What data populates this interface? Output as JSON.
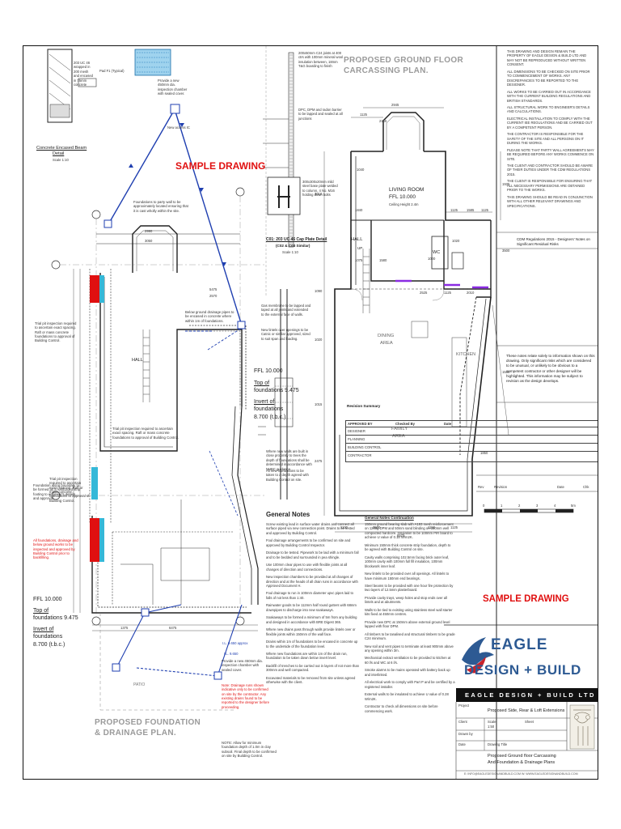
{
  "stamps": {
    "sample_top": "SAMPLE DRAWING",
    "sample_right": "SAMPLE DRAWING"
  },
  "titles": {
    "floor_plan": [
      "PROPOSED GROUND FLOOR",
      "CARCASSING PLAN."
    ],
    "foundation_plan": [
      "PROPOSED FOUNDATION",
      "& DRAINAGE PLAN."
    ]
  },
  "left_plan": {
    "beam_detail_caption": "Concrete Encased Beam",
    "beam_detail_sub": "Detail",
    "beam_detail_scale": "Scale 1:10",
    "pad_label": "Pad F1 (Typical)",
    "pad_note": "203 UC 46 wrapped in 200 mesh and encased in 75mm concrete",
    "new_access": "New access IC",
    "hall": "HALL",
    "ffl_1": "FFL 10.000",
    "tof_1": "Top of",
    "tof_1b": "foundations 9.475",
    "invert_1": "Invert of",
    "invert_1b": "foundations",
    "invert_1c": "8.700 (t.b.c.)",
    "ffl_2": "FFL 10.000",
    "tof_2": "Top of",
    "tof_2b": "foundations 9.475",
    "invert_2": "Invert of",
    "invert_2b": "foundations",
    "invert_2c": "8.700 (t.b.c.)",
    "patio": "PATIO",
    "il_1": "I.L. 9.650 approx",
    "il_2": "I.L. 9.650",
    "dim_2990": "2990",
    "dim_3050": "3050",
    "dim_5475": "5475",
    "dim_2570": "2570",
    "dim_6475": "6475",
    "dim_1375": "1375",
    "note_party": "Foundations to party wall to be approximately located ensuring that it is cast wholly within the site.",
    "note_pads": "Trial pit inspection required to ascertain exact spacing. Raft or mass concrete foundations to approval of Building Control.",
    "note_footing": "Foundation along boundary to be formed as a reinforced strip footing to engineer's details and approval.",
    "note_drain": "Below ground drainage pipes to be encased in concrete where within 1m of foundations.",
    "note_manhole": "Provide a new 450mm dia. inspection chamber with sealed cover.",
    "red_note": "All foundations, drainage and below ground works to be inspected and approved by Building Control prior to backfilling.",
    "red_note_2": "Note: Drainage runs shown indicative only to be confirmed on site by the contractor. Any existing drains found to be reported to the designer before proceeding.",
    "note_bottom": "NOTE: Allow for minimum foundation depth of 1.0m in clay subsoil. Final depth to be confirmed on site by Building Control."
  },
  "detail_column": {
    "pipe_note": "200x50mm C24 joists at 400 ctrs with 100mm mineral wool insulation between, 18mm T&G boarding to finish",
    "dpc_note": "DPC, DPM and radon barrier to be lapped and sealed at all junctions",
    "plate_caption": "C01: 203 UC 46 Cap Plate Detail",
    "plate_sub": "(C02 & C03 Similar)",
    "plate_scale": "Scale 1:10",
    "plate_note": "300x300x20mm mild steel base plate welded to column, 4 No. M16 holding down bolts",
    "gas_note": "Gas membrane to be lapped and taped at all joints and extended to the external face of walls.",
    "lintel_note": "New lintels over openings to be Catnic or similar approved, sized to suit span and loading.",
    "ffl_label": "FFL 10.000",
    "tof_label": "Top of",
    "tof_label_b": "foundations 9.475",
    "inv_label": "Invert of",
    "inv_label_b": "foundations",
    "inv_label_c": "8.700 (t.b.c.)",
    "ground_note": "Where new walls are built in close proximity to trees the depth of foundations shall be determined in accordance with NHBC guidance.",
    "ground_note_b": "All new foundations to be taken to a depth agreed with Building Control on site."
  },
  "floor_plan": {
    "living_room": "LIVING ROOM",
    "living_ffl": "FFL 10.000",
    "living_sub": "Ceiling Height 2.4m",
    "hall": "HALL",
    "wc": "WC",
    "dining": "DINING",
    "dining_b": "AREA",
    "kitchen": "KITCHEN",
    "family": "FAMILY",
    "family_b": "AREA",
    "dim_2945": "2945",
    "dim_1125": "1125",
    "dim_2155": "2155",
    "dim_1040": "1040",
    "dim_1125b": "1125",
    "dim_1585": "1585",
    "dim_1125c": "1125",
    "dim_1935": "1935",
    "dim_3500": "3500",
    "dim_1840": "1840",
    "dim_1580": "1580",
    "dim_1075": "1075",
    "dim_1020": "1020",
    "dim_2525": "2525",
    "dim_1125d": "1125",
    "dim_2010": "2010",
    "dim_6575": "6575",
    "dim_1100": "1100",
    "dim_3500b": "3500",
    "dim_1150": "1150",
    "dim_1125e": "1125",
    "dim_2475": "2475",
    "dim_1015": "1015",
    "dim_1020b": "1020",
    "dim_1090": "1090",
    "dim_3010": "3010",
    "dim_1530": "1530",
    "dim_1850": "1850",
    "dim_1000": "1000",
    "up": "UP"
  },
  "general_notes": {
    "heading": "General Notes",
    "col1": [
      "Screw existing lead in surface water drains and connect all surface piped via new connection point. Drains to be tested and approved by Building Control.",
      "Foul drainage arrangements to be confirmed on site and approved by Building Control Inspector.",
      "Drainage to be tested. Pipework to be laid with a minimum fall and to be bedded and surrounded in pea shingle.",
      "Use 100mm clear pipes to use with flexible joints at all changes of direction and connections.",
      "New inspection chambers to be provided at all changes of direction and at the heads of all drain runs in accordance with Approved Document H.",
      "Foul drainage to run in 100mm diameter upvc pipes laid to falls of not less than 1:40.",
      "Rainwater goods to be 112mm half round gutters with 68mm downpipes to discharge into new soakaways.",
      "Soakaways to be formed a minimum of 5m from any building and designed in accordance with BRE Digest 365.",
      "Where new drains pass through walls provide lintels over or flexible joints within 150mm of the wall face.",
      "Drains within 1m of foundations to be encased in concrete up to the underside of the foundation level.",
      "Where new foundations are within 1m of the drain run, foundation to be taken down below invert level.",
      "Backfill of trenches to be carried out in layers of not more than 300mm and well compacted.",
      "Excavated materials to be removed from site unless agreed otherwise with the client."
    ],
    "col2_heading": "General Notes Continuation",
    "col2": [
      "150mm ground bearing slab with A193 mesh reinforcement on 1200g DPM and 50mm sand blinding on 150mm well compacted hardcore. Insulation to be 100mm PIR board to achieve U value of 0.18 W/m2K.",
      "Minimum 150mm thick concrete strip foundation, depth to be agreed with Building Control on site.",
      "Cavity walls comprising 102.5mm facing brick outer leaf, 100mm cavity with 100mm full fill insulation, 100mm blockwork inner leaf.",
      "New lintels to be provided over all openings. All lintels to have minimum 150mm end bearings.",
      "Steel beams to be provided with one hour fire protection by two layers of 12.5mm plasterboard.",
      "Provide cavity trays, weep holes and stop ends over all lintels and at abutments.",
      "Walls to be tied to existing using stainless steel wall starter kits fixed at 450mm centres.",
      "Provide new DPC at 150mm above external ground level lapped with floor DPM.",
      "All timbers to be tanalised and structural timbers to be grade C24 minimum.",
      "New soil and vent pipes to terminate at least 900mm above any opening within 3m.",
      "Mechanical extract ventilation to be provided to kitchen at 60 l/s and WC at 6 l/s.",
      "Smoke alarms to be mains operated with battery back up and interlinked.",
      "All electrical work to comply with Part P and be certified by a registered installer.",
      "External walls to be insulated to achieve U value of 0.28 W/m2K.",
      "Contractor to check all dimensions on site before commencing work."
    ]
  },
  "right_panel": {
    "notes_block": [
      "THIS DRAWING AND DESIGN REMAIN THE PROPERTY OF EAGLE DESIGN & BUILD LTD AND MAY NOT BE REPRODUCED WITHOUT WRITTEN CONSENT.",
      "ALL DIMENSIONS TO BE CHECKED ON SITE PRIOR TO COMMENCEMENT OF WORKS. ANY DISCREPANCIES TO BE REPORTED TO THE DESIGNER.",
      "ALL WORKS TO BE CARRIED OUT IN ACCORDANCE WITH THE CURRENT BUILDING REGULATIONS AND BRITISH STANDARDS.",
      "ALL STRUCTURAL WORK TO ENGINEER'S DETAILS AND CALCULATIONS.",
      "ELECTRICAL INSTALLATION TO COMPLY WITH THE CURRENT IEE REGULATIONS AND BE CARRIED OUT BY A COMPETENT PERSON.",
      "THE CONTRACTOR IS RESPONSIBLE FOR THE SAFETY OF THE SITE AND ALL PERSONS ON IT DURING THE WORKS.",
      "PLEASE NOTE THAT PARTY WALL AGREEMENTS MAY BE REQUIRED BEFORE ANY WORKS COMMENCE ON SITE.",
      "THE CLIENT AND CONTRACTOR SHOULD BE AWARE OF THEIR DUTIES UNDER THE CDM REGULATIONS 2015.",
      "THE CLIENT IS RESPONSIBLE FOR ENSURING THAT ALL NECESSARY PERMISSIONS ARE OBTAINED PRIOR TO THE WORKS.",
      "THIS DRAWING SHOULD BE READ IN CONJUNCTION WITH ALL OTHER RELEVANT DRAWINGS AND SPECIFICATIONS."
    ],
    "cdm_note": "CDM Regulations 2015 - Designers' Notes on Significant Residual Risks",
    "risk_note": "These notes relate solely to information shown on this drawing. Only significant risks which are considered to be unusual, or unlikely to be obvious to a competent contractor or other designer will be highlighted. This information may be subject to revision as the design develops.",
    "revision_heading": "Revision Summary",
    "rev_table_headers": [
      "APPROVED BY",
      "Checked By",
      "Date"
    ],
    "rev_table_rows": [
      "DESIGNER",
      "PLANNING",
      "BUILDING CONTROL",
      "CONTRACTOR"
    ],
    "rev_footer": [
      "Rev",
      "Revision",
      "Date",
      "Chk"
    ],
    "scale_bar": [
      "0",
      "1",
      "2",
      "3",
      "4",
      "5m"
    ]
  },
  "title_block": {
    "logo_line1": "EAGLE",
    "logo_line2": "DESIGN + BUILD",
    "company_bar": "EAGLE DESIGN + BUILD LTD",
    "project_label": "Project",
    "project": "Proposed Side, Rear & Loft Extensions",
    "client_label": "Client",
    "drawn_label": "Drawn by",
    "date_label": "Date",
    "scale_label": "Scale",
    "scale_value": "1:50",
    "sheet_label": "Sheet",
    "title_label": "Drawing Title",
    "drawing_title_1": "Proposed Ground floor Carcassing",
    "drawing_title_2": "And Foundation & Drainage Plans",
    "footer": "E: INFO@EAGLEDESIGNANDBUILD.COM   W: WWW.EAGLEDESIGNANDBUILD.COM"
  },
  "colors": {
    "stamp_red": "#e01010",
    "drain_blue": "#1f3fb0",
    "foundation_red": "#e01010",
    "foundation_cyan": "#35b8d8",
    "logo_blue": "#2d5a93",
    "logo_red": "#c8222a",
    "wall_purple": "#8a2be2"
  }
}
